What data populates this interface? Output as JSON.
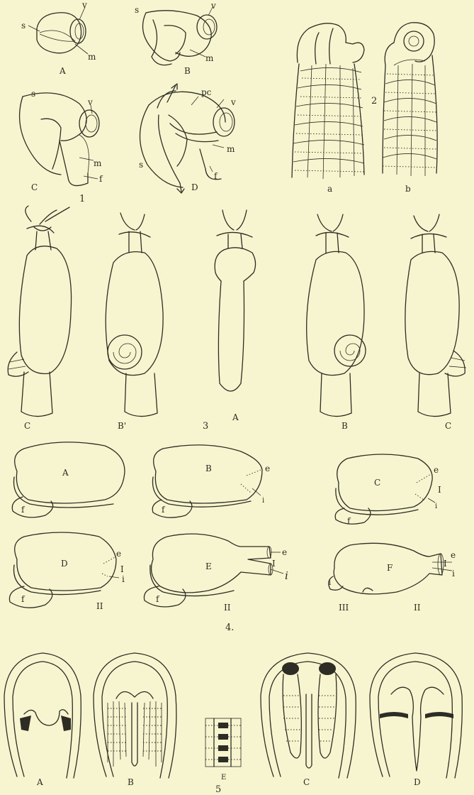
{
  "fig1": {
    "number": "1",
    "parts": [
      "A",
      "B",
      "C",
      "D"
    ],
    "letters": {
      "s": "s",
      "v": "v",
      "m": "m",
      "f": "f",
      "pc": "pc"
    }
  },
  "fig2": {
    "number": "2",
    "parts": [
      "a",
      "b"
    ]
  },
  "fig3": {
    "number": "3",
    "parts": [
      "C",
      "B'",
      "A",
      "B",
      "C"
    ]
  },
  "fig4": {
    "number": "4.",
    "parts": [
      "A",
      "B",
      "C",
      "D",
      "E",
      "F"
    ],
    "letters": {
      "f": "f",
      "e": "e",
      "i": "i",
      "I": "I",
      "II": "II",
      "III": "III"
    }
  },
  "fig5": {
    "number": "5",
    "parts": [
      "A",
      "B",
      "E",
      "C",
      "D"
    ]
  }
}
